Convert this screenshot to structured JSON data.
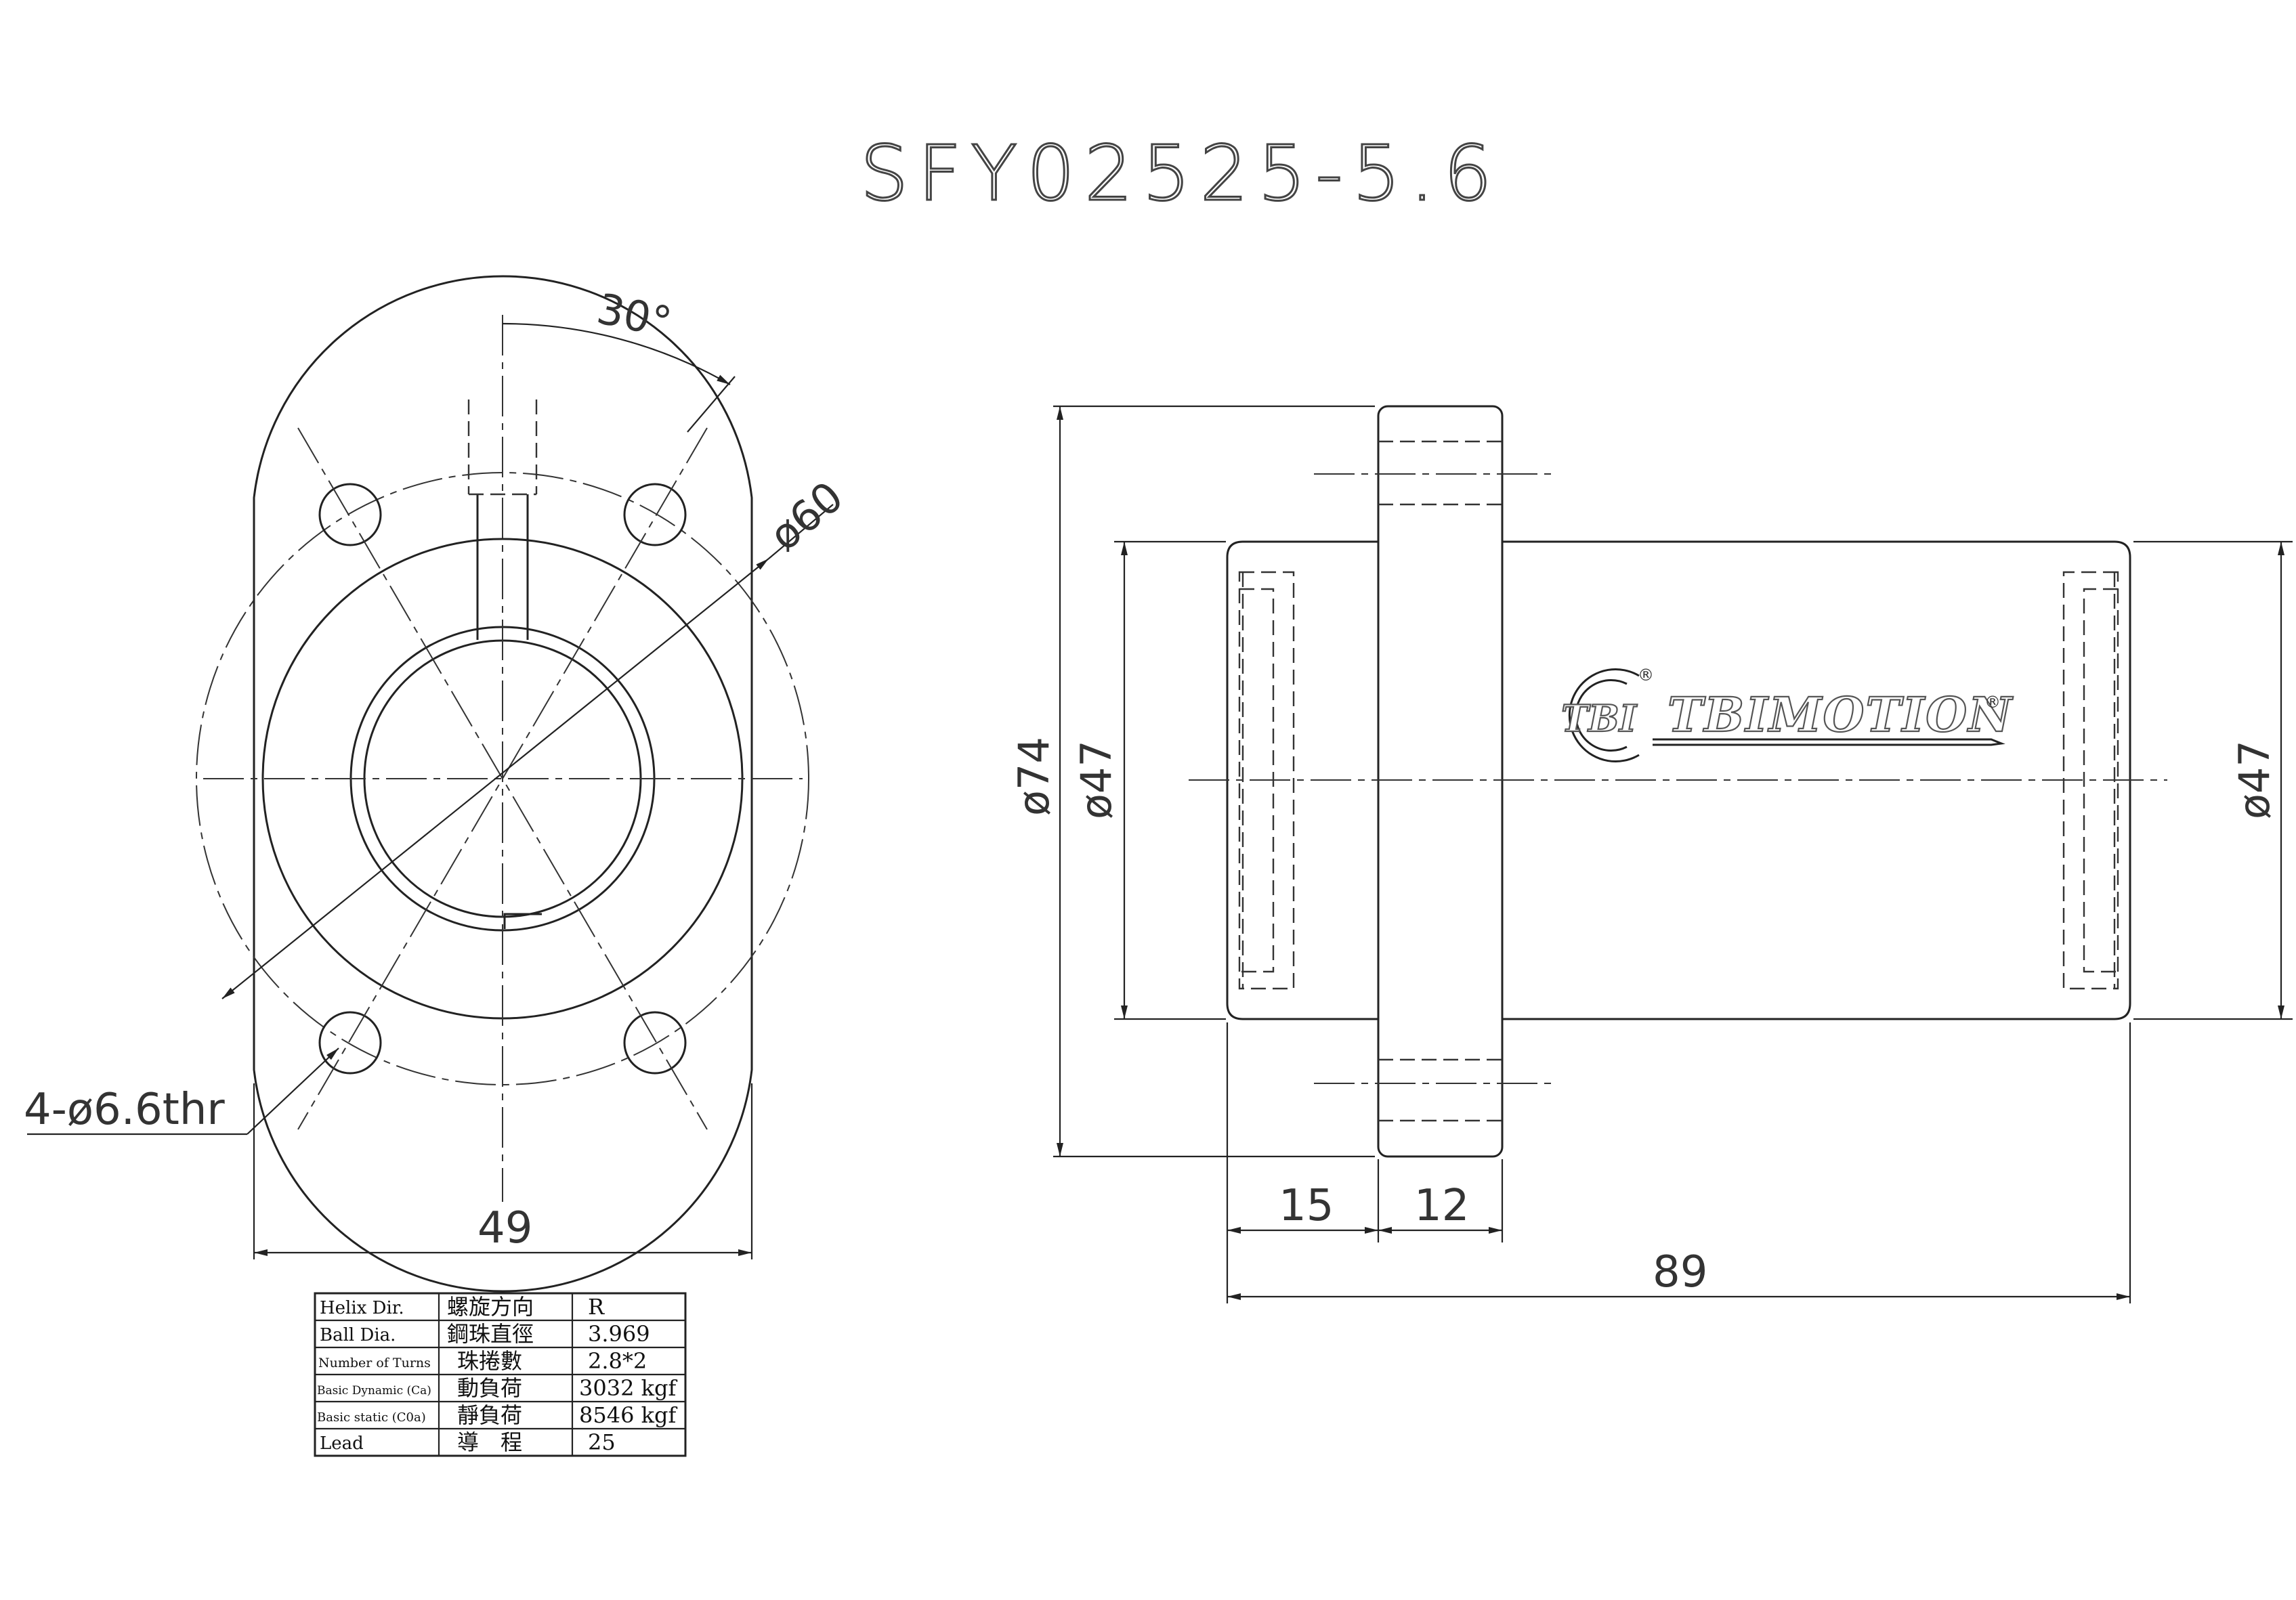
{
  "title": "SFY02525-5.6",
  "front_view": {
    "angle_label": "30°",
    "pcd_label": "ø60",
    "hole_label": "4-ø6.6thr",
    "width_label": "49"
  },
  "side_view": {
    "flange_dia_label": "ø74",
    "body_dia_left_label": "ø47",
    "body_dia_right_label": "ø47",
    "left_len_label": "15",
    "flange_thk_label": "12",
    "total_len_label": "89"
  },
  "logo": {
    "mark": "TBI",
    "registered": "®",
    "brand": "TBIMOTION",
    "brand_registered": "®"
  },
  "spec_table": {
    "rows": [
      {
        "en": "Helix  Dir.",
        "zh": "螺旋方向",
        "val": "R"
      },
      {
        "en": "Ball Dia.",
        "zh": "鋼珠直徑",
        "val": "3.969"
      },
      {
        "en": "Number of Turns",
        "zh": "珠捲數",
        "val": "2.8*2"
      },
      {
        "en": "Basic Dynamic (Ca)",
        "zh": "動負荷",
        "val": "3032 kgf"
      },
      {
        "en": "Basic static (C0a)",
        "zh": "靜負荷",
        "val": "8546 kgf"
      },
      {
        "en": "Lead",
        "zh": "導　程",
        "val": "25"
      }
    ]
  }
}
